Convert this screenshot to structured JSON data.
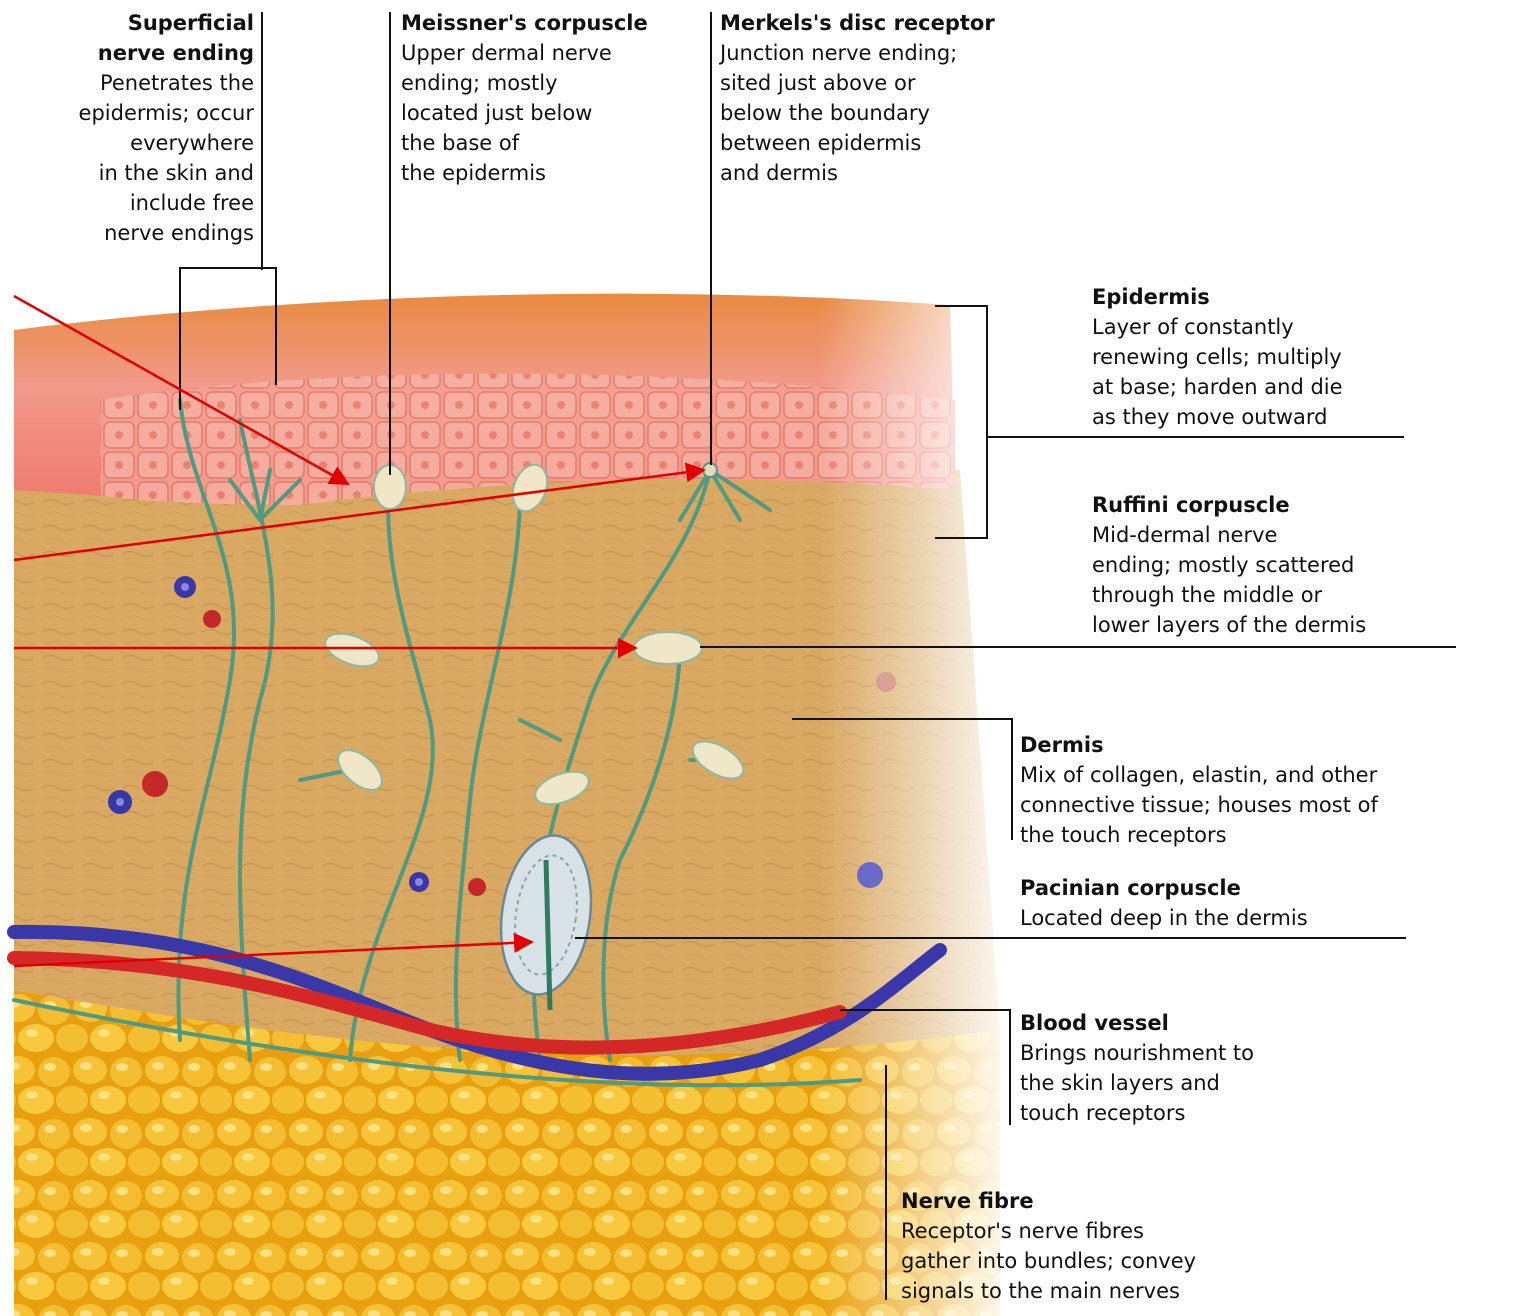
{
  "labels": {
    "superficial": {
      "title": "Superficial\nnerve ending",
      "desc": "Penetrates the\nepidermis; occur\neverywhere\nin the skin and\ninclude free\nnerve endings"
    },
    "meissner": {
      "title": "Meissner's corpuscle",
      "desc": "Upper dermal nerve\nending; mostly\nlocated just below\nthe base of\nthe epidermis"
    },
    "merkel": {
      "title": "Merkels's disc receptor",
      "desc": "Junction nerve ending;\nsited just above or\nbelow the boundary\nbetween epidermis\nand dermis"
    },
    "epidermis": {
      "title": "Epidermis",
      "desc": "Layer of constantly\nrenewing cells; multiply\nat base; harden and die\nas they move outward"
    },
    "ruffini": {
      "title": "Ruffini corpuscle",
      "desc": "Mid-dermal nerve\nending; mostly scattered\nthrough the middle or\nlower layers of the dermis"
    },
    "dermis": {
      "title": "Dermis",
      "desc": "Mix of collagen, elastin, and other\nconnective tissue; houses most of\nthe touch receptors"
    },
    "pacinian": {
      "title": "Pacinian corpuscle",
      "desc": "Located deep in the dermis"
    },
    "blood": {
      "title": "Blood vessel",
      "desc": "Brings nourishment to\nthe skin layers and\ntouch receptors"
    },
    "nerve": {
      "title": "Nerve fibre",
      "desc": "Receptor's nerve fibres\ngather into bundles; convey\nsignals to the main nerves"
    }
  },
  "colors": {
    "epidermis": "#f08878",
    "dermis": "#dcae6a",
    "fat": "#f2b820",
    "nerve": "#4f9a80",
    "artery": "#d42828",
    "vein": "#3a38a8",
    "pointer_arrow": "#e00000",
    "leader_line": "#111111"
  }
}
